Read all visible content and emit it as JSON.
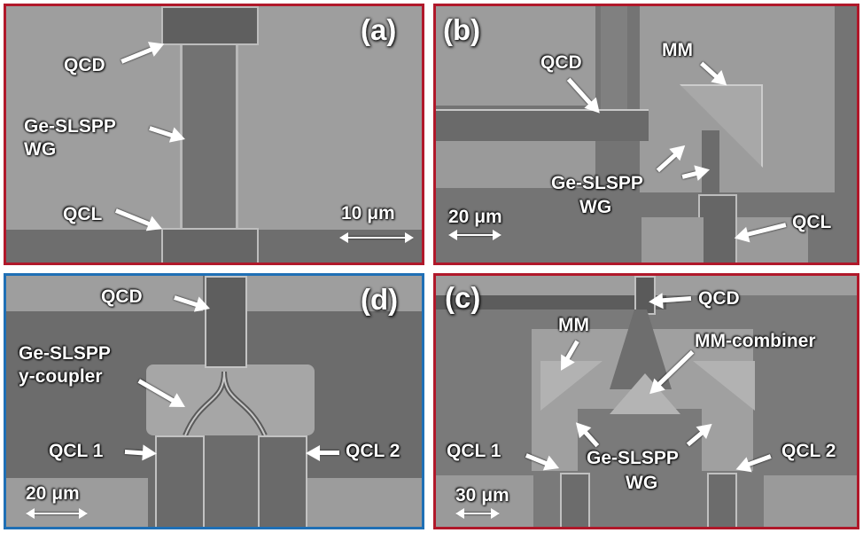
{
  "panels": {
    "a": {
      "tag": "(a)",
      "qcd": "QCD",
      "wg1": "Ge-SLSPP",
      "wg2": "WG",
      "qcl": "QCL",
      "scale": "10 μm"
    },
    "b": {
      "tag": "(b)",
      "qcd": "QCD",
      "mm": "MM",
      "wg1": "Ge-SLSPP",
      "wg2": "WG",
      "qcl": "QCL",
      "scale": "20 μm"
    },
    "d": {
      "tag": "(d)",
      "qcd": "QCD",
      "wg1": "Ge-SLSPP",
      "wg2": "y-coupler",
      "qcl1": "QCL 1",
      "qcl2": "QCL 2",
      "scale": "20 μm"
    },
    "c": {
      "tag": "(c)",
      "qcd": "QCD",
      "mm": "MM",
      "combiner": "MM-combiner",
      "wg1": "Ge-SLSPP",
      "wg2": "WG",
      "qcl1": "QCL 1",
      "qcl2": "QCL 2",
      "scale": "30 μm"
    }
  },
  "colors": {
    "frame_red": "#b0182a",
    "frame_blue": "#1f6fb5"
  }
}
